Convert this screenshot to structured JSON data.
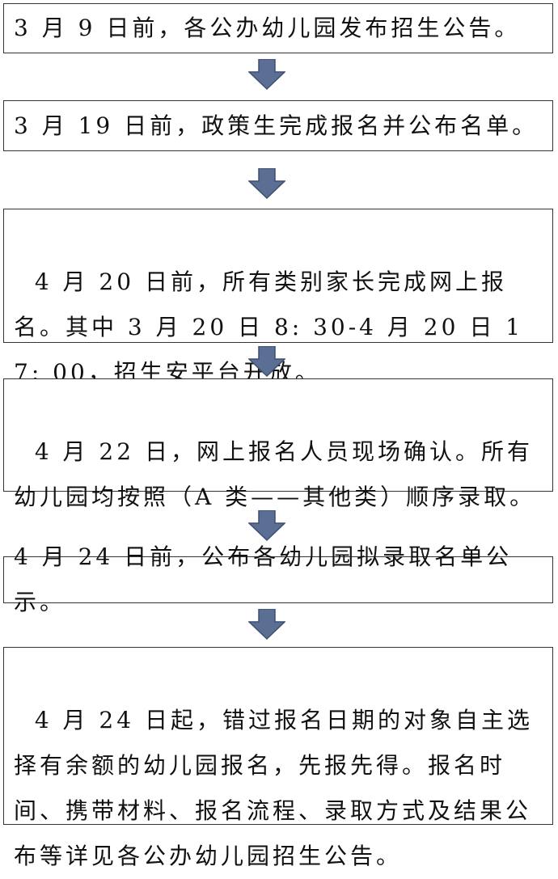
{
  "flow": {
    "arrow_color": "#5a6f93",
    "arrow_stroke": "#3e4f70",
    "steps": [
      {
        "text": "3 月 9 日前，各公办幼儿园发布招生公告。"
      },
      {
        "text": "3 月 19 日前，政策生完成报名并公布名单。"
      },
      {
        "text": "4 月 20 日前，所有类别家长完成网上报名。其中 3 月 20 日 8: 30-4 月 20 日 17: 00，招生安平台开放。"
      },
      {
        "text": "4 月 22 日，网上报名人员现场确认。所有幼儿园均按照（A 类——其他类）顺序录取。"
      },
      {
        "text": "4 月 24 日前，公布各幼儿园拟录取名单公示。"
      },
      {
        "text": "4 月 24 日起，错过报名日期的对象自主选择有余额的幼儿园报名，先报先得。报名时间、携带材料、报名流程、录取方式及结果公布等详见各公办幼儿园招生公告。"
      }
    ]
  }
}
